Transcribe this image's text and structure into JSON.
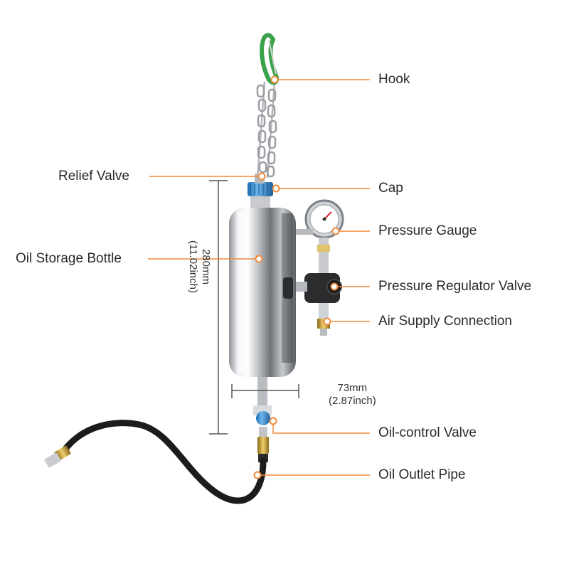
{
  "labels": {
    "hook": "Hook",
    "relief_valve": "Relief Valve",
    "cap": "Cap",
    "pressure_gauge": "Pressure Gauge",
    "oil_storage_bottle": "Oil Storage Bottle",
    "pressure_regulator_valve": "Pressure Regulator Valve",
    "air_supply_connection": "Air Supply Connection",
    "oil_control_valve": "Oil-control Valve",
    "oil_outlet_pipe": "Oil Outlet Pipe"
  },
  "dimensions": {
    "height_mm": "280mm",
    "height_inch": "(11.02inch)",
    "width_mm": "73mm",
    "width_inch": "(2.87inch)"
  },
  "colors": {
    "leader": "#f08a3c",
    "hook_green": "#3aa24a",
    "cap_blue": "#3b8fd6",
    "hose": "#1c1c1c",
    "brass": "#c9a23a"
  }
}
